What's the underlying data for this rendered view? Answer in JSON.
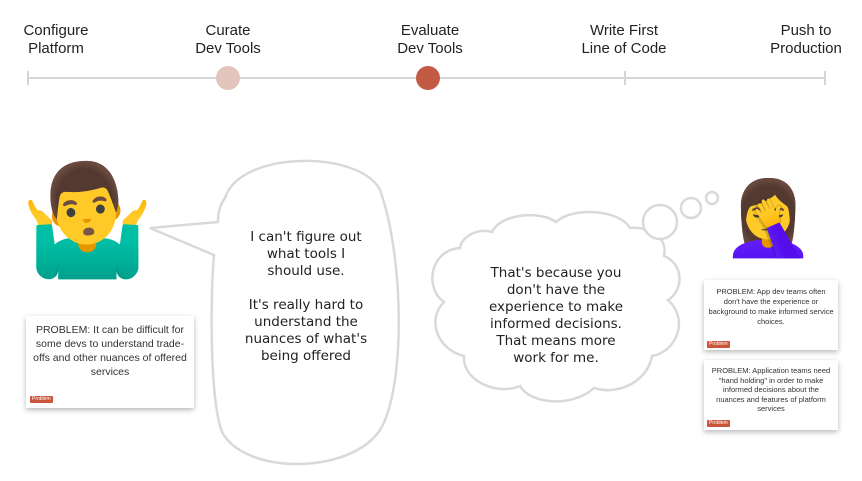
{
  "steps": [
    {
      "label": "Configure\nPlatform"
    },
    {
      "label": "Curate\nDev Tools"
    },
    {
      "label": "Evaluate\nDev Tools"
    },
    {
      "label": "Write First\nLine of Code"
    },
    {
      "label": "Push to\nProduction"
    }
  ],
  "colors": {
    "timeline": "#d5d5d5",
    "step_past": "#e2c5bd",
    "step_current": "#c25a44",
    "problem_tag": "#c9563a"
  },
  "developer": {
    "emoji": "🤷‍♂️",
    "speech": "I can't figure out\nwhat tools I\nshould use.\n\nIt's really hard to\nunderstand the\nnuances of what's\nbeing offered",
    "problem": {
      "text": "PROBLEM: It can be difficult for some devs to understand trade-offs and other nuances of offered services",
      "tag": "Problem"
    }
  },
  "operator": {
    "emoji": "🤦‍♀️",
    "thought": "That's because you\ndon't have the\nexperience to make\ninformed decisions.\nThat means more\nwork for me.",
    "problems": [
      {
        "text": "PROBLEM: App dev teams often don't have the experience or background to make informed service choices.",
        "tag": "Problem"
      },
      {
        "text": "PROBLEM: Application teams need \"hand holding\" in order to make informed decisions about the nuances and features of platform services",
        "tag": "Problem"
      }
    ]
  }
}
